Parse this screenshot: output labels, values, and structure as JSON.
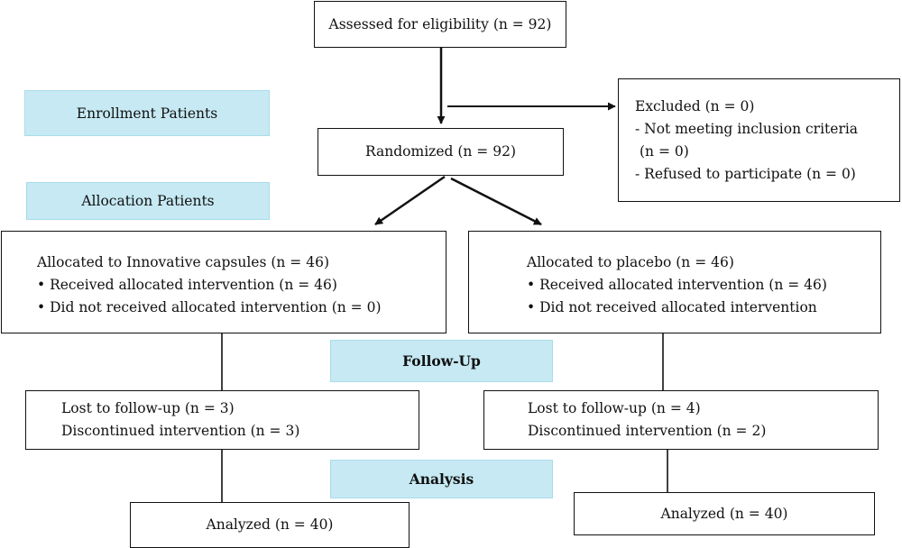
{
  "enrollment": {
    "assessed": "Assessed for eligibility (n = 92)",
    "label": "Enrollment Patients",
    "excluded": {
      "title": "Excluded (n = 0)",
      "line1": "- Not meeting inclusion criteria",
      "line2": "(n = 0)",
      "line3": "- Refused to participate (n = 0)"
    }
  },
  "randomized": "Randomized (n = 92)",
  "allocation": {
    "label": "Allocation Patients",
    "left": {
      "title": "Allocated to Innovative capsules (n = 46)",
      "received": "Received allocated intervention (n = 46)",
      "not_received": "Did not received allocated intervention (n = 0)"
    },
    "right": {
      "title": "Allocated to placebo (n = 46)",
      "received": "Received allocated intervention (n = 46)",
      "not_received": "Did not received allocated intervention"
    }
  },
  "followup": {
    "label": "Follow-Up",
    "left": {
      "lost": "Lost to follow-up (n = 3)",
      "discontinued": "Discontinued intervention (n = 3)"
    },
    "right": {
      "lost": "Lost to follow-up (n = 4)",
      "discontinued": "Discontinued intervention (n = 2)"
    }
  },
  "analysis": {
    "label": "Analysis",
    "left": "Analyzed (n = 40)",
    "right": "Analyzed (n = 40)"
  },
  "bullet": "•"
}
